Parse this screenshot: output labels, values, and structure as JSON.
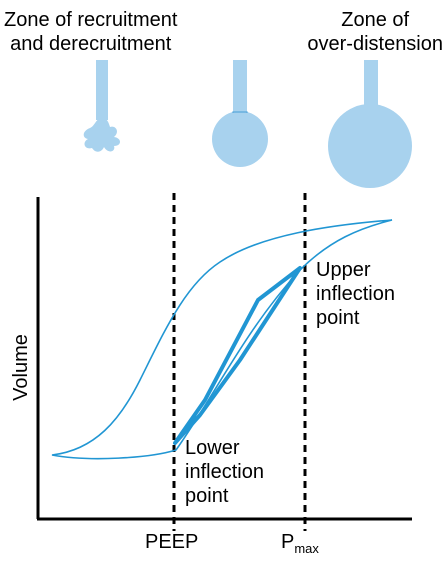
{
  "labels": {
    "zone_recruitment": "Zone of recruitment\nand derecruitment",
    "zone_overdistension": "Zone of\nover-distension",
    "upper_inflection": "Upper\ninflection\npoint",
    "lower_inflection": "Lower\ninflection\npoint",
    "y_axis": "Volume",
    "peep": "PEEP",
    "pmax_main": "P",
    "pmax_sub": "max"
  },
  "colors": {
    "curve": "#2196d3",
    "alveolus": "#a8d2ee",
    "alveolus_outline": "#5aa9dc",
    "axis": "#000000"
  }
}
